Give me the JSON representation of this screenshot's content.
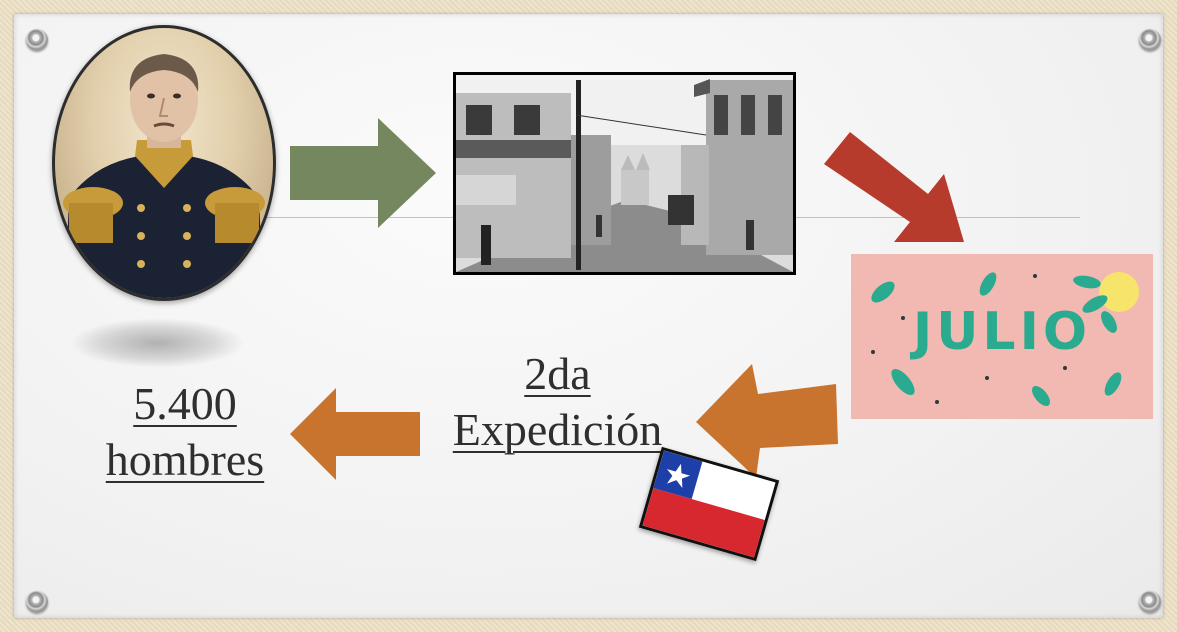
{
  "slide": {
    "card_text": "JULIO",
    "men_line1": "5.400",
    "men_line2": "hombres",
    "expedition_line1": "2da",
    "expedition_line2": "Expedición"
  },
  "colors": {
    "green_arrow": "#74875f",
    "red_arrow": "#b63b2c",
    "orange_arrow": "#c8742e",
    "card_bg": "#f2b8b2",
    "card_text": "#2aaa8f",
    "flag_blue": "#1f3fa8",
    "flag_red": "#d7282f"
  },
  "icons": {
    "portrait": "military-officer-portrait",
    "photo": "historic-street-photo",
    "flag": "chile-flag"
  }
}
